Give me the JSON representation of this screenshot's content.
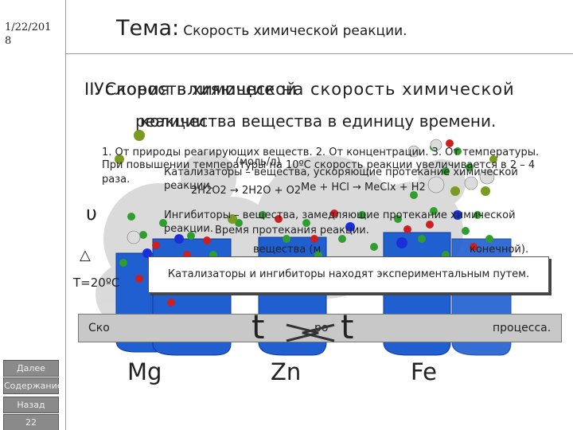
{
  "date": "1/22/201 8",
  "title": {
    "prefix": "Тема:",
    "text": "Скорость химической реакции."
  },
  "heading": {
    "a": "II. Скорость химической",
    "b": "Условия влияющие на скорость химической",
    "c": "реакции",
    "d": "количества вещества в единицу времени."
  },
  "text_layers": {
    "rule_prefix": "1. От природы реагирующих веществ. 2. От концентрации. 3. От температуры.",
    "temp_rule": "При повышении температуры на 10ºС скорость реакции увеличивается в 2 – 4 раза.",
    "catalysts": "Катализаторы – вещества, ускоряющие протекание химической реакции.",
    "inhibitors": "Ингибиторы – вещества, замедляющие протекание химической реакции.",
    "equation": "Me + HCl → MeClx + H2",
    "equation2": "2H2O2 → 2H2O + O2",
    "time_label": "Время протекания реакции.",
    "moles": "(моль/л)",
    "conc_tail": "вещества (м",
    "conc_tail2": "конечной)."
  },
  "banner": "Катализаторы и ингибиторы находят экспериментальным путем.",
  "bottom_banner": {
    "left": "Ско",
    "mid": "ро",
    "right": "процесса."
  },
  "temperature": "T=20ºC",
  "nu": "υ",
  "delta": "△",
  "big_t": "t",
  "small_t": "t",
  "metals": [
    "Mg",
    "Zn",
    "Fe"
  ],
  "nav": [
    "Далее",
    "Содержание",
    "Назад",
    "22"
  ],
  "colors": {
    "beaker": "#1f5fd0",
    "beaker_dark": "#0d3a99",
    "bubble_gray": "#c8c8c8",
    "green": "#2f9e2f",
    "olive": "#7a9a20",
    "red": "#cc2020",
    "blue_dot": "#1a2fd8"
  }
}
